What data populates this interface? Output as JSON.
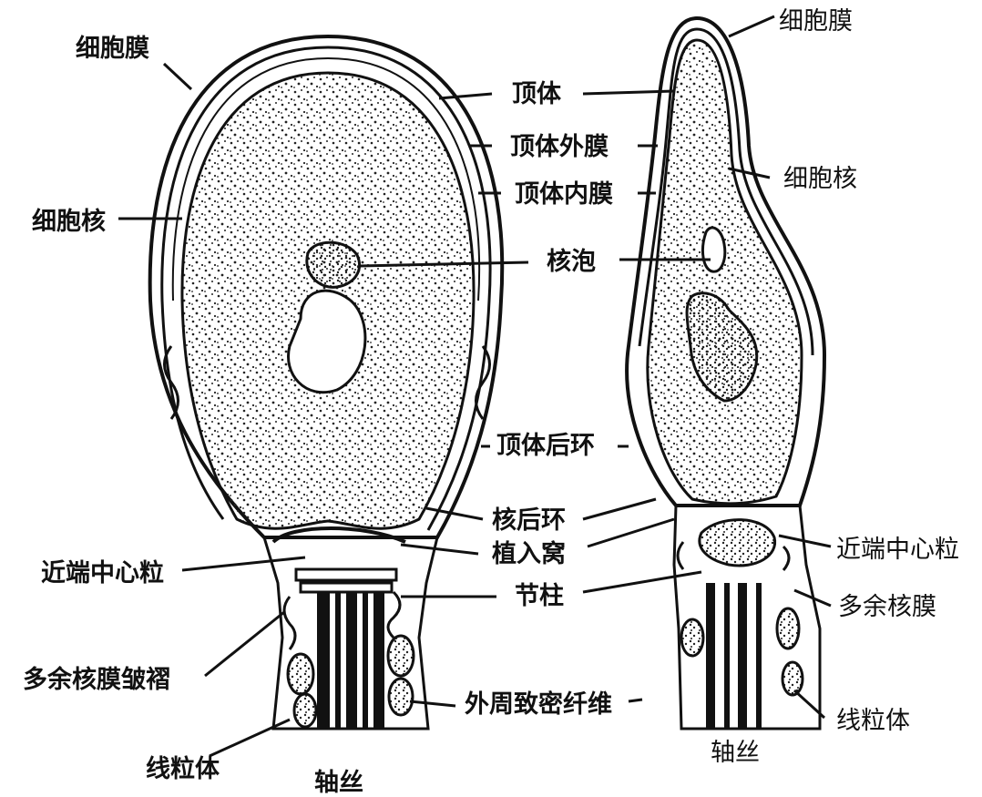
{
  "diagram": {
    "left_cell": {
      "labels": {
        "cell_membrane": "细胞膜",
        "nucleus": "细胞核",
        "proximal_centriole": "近端中心粒",
        "redundant_nuclear_envelope_folds": "多余核膜皱褶",
        "mitochondria": "线粒体",
        "axoneme": "轴丝"
      }
    },
    "shared_labels": {
      "acrosome": "顶体",
      "outer_acrosomal_membrane": "顶体外膜",
      "inner_acrosomal_membrane": "顶体内膜",
      "nuclear_vacuole": "核泡",
      "postacrosomal_ring": "顶体后环",
      "posterior_nuclear_ring": "核后环",
      "implantation_fossa": "植入窝",
      "segmented_column": "节柱",
      "outer_dense_fibers": "外周致密纤维"
    },
    "right_cell": {
      "labels": {
        "cell_membrane": "细胞膜",
        "nucleus": "细胞核",
        "proximal_centriole": "近端中心粒",
        "redundant_nuclear_envelope": "多余核膜",
        "mitochondria": "线粒体",
        "axoneme": "轴丝"
      }
    }
  }
}
